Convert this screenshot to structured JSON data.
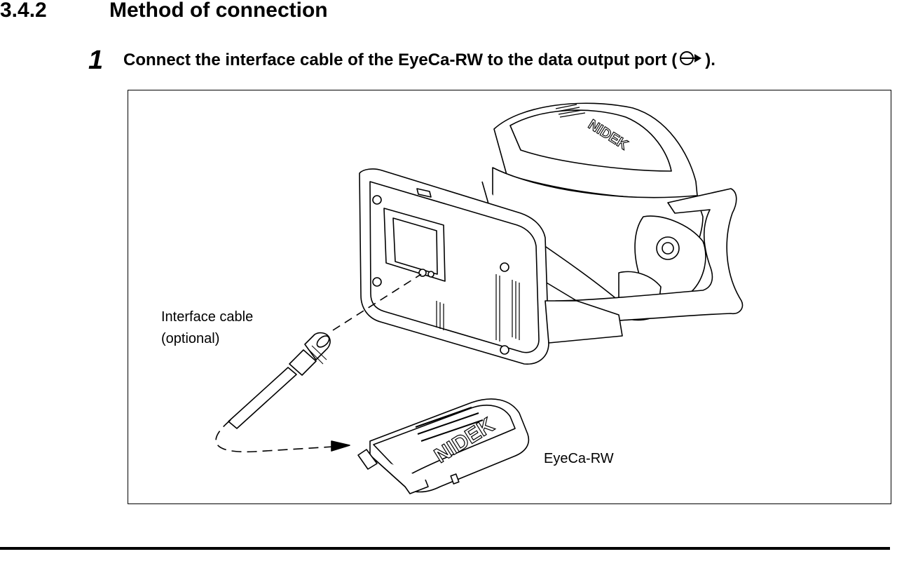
{
  "section": {
    "number": "3.4.2",
    "title": "Method of connection"
  },
  "step": {
    "number": "1",
    "text_before": "Connect the interface cable of the EyeCa-RW to the data output port (",
    "icon": "data-output-port-icon",
    "text_after": ")."
  },
  "figure": {
    "cable_label_line1": "Interface cable",
    "cable_label_line2": "(optional)",
    "device_label": "EyeCa-RW",
    "logo_text": "NIDEK"
  }
}
